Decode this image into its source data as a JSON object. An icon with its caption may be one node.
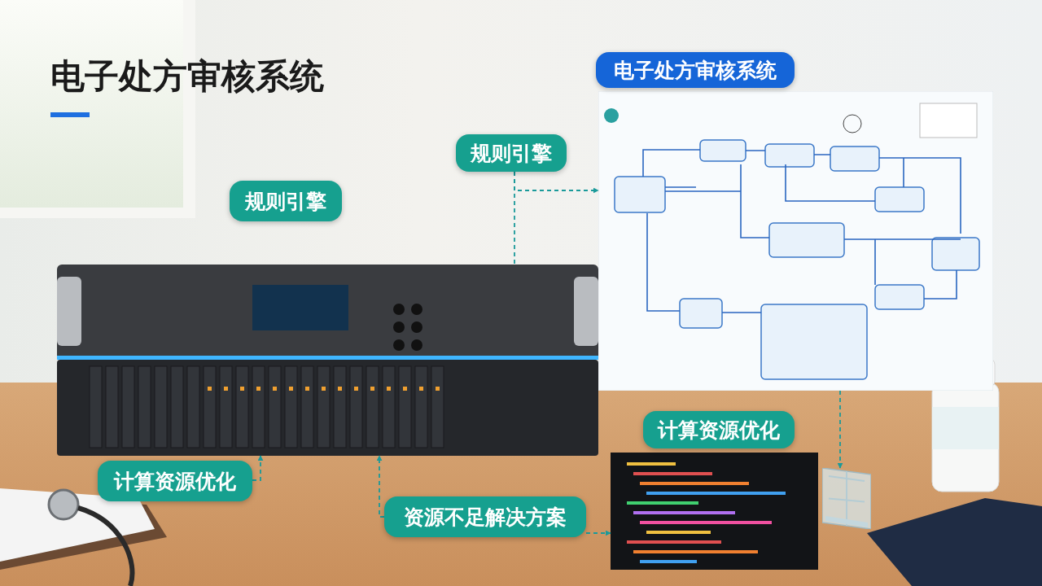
{
  "diagram": {
    "title": "电子处方审核系统",
    "nodes": [
      {
        "text": [
          "电子处方审核系统"
        ]
      },
      {
        "text": [
          "规则引擎"
        ]
      },
      {
        "text": [
          "规则引擎"
        ]
      },
      {
        "text": [
          "计算资源优化"
        ]
      },
      {
        "text": [
          "计算资源优化"
        ]
      },
      {
        "text": [
          "资源不足解决方案"
        ]
      },
      {
        "text": [],
        "shape": "picture"
      },
      {
        "text": [],
        "shape": "picture"
      },
      {
        "text": [],
        "shape": "picture"
      },
      {
        "text": [],
        "shape": "picture"
      }
    ],
    "edges": [
      {
        "from": 1,
        "to": 6,
        "arrow": "to",
        "style": "dashed"
      },
      {
        "from": 1,
        "to": 7,
        "arrow": "none",
        "style": "dashed"
      },
      {
        "from": 4,
        "to": 7,
        "arrow": "to",
        "style": "dashed"
      },
      {
        "from": 5,
        "to": 7,
        "arrow": "to",
        "style": "dashed"
      },
      {
        "from": 5,
        "to": 8,
        "arrow": "to",
        "style": "dashed"
      },
      {
        "from": 6,
        "to": 9,
        "arrow": "to",
        "style": "dashed"
      }
    ]
  }
}
